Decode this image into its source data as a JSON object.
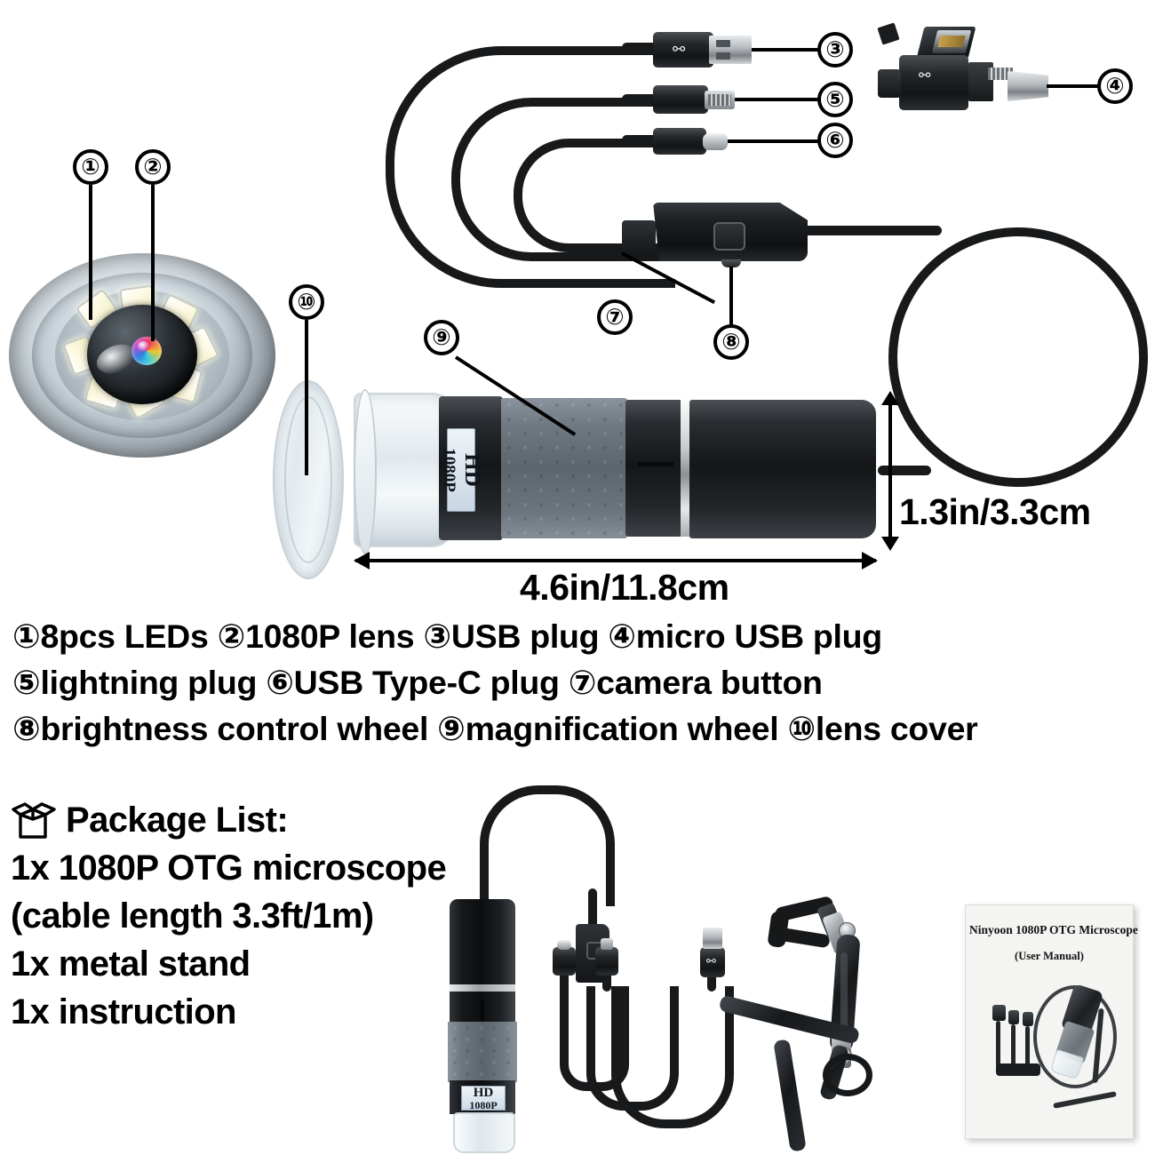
{
  "callouts": [
    {
      "id": "1",
      "num": "①"
    },
    {
      "id": "2",
      "num": "②"
    },
    {
      "id": "3",
      "num": "③"
    },
    {
      "id": "4",
      "num": "④"
    },
    {
      "id": "5",
      "num": "⑤"
    },
    {
      "id": "6",
      "num": "⑥"
    },
    {
      "id": "7",
      "num": "⑦"
    },
    {
      "id": "8",
      "num": "⑧"
    },
    {
      "id": "9",
      "num": "⑨"
    },
    {
      "id": "10",
      "num": "⑩"
    }
  ],
  "dimensions": {
    "length": "4.6in/11.8cm",
    "diameter": "1.3in/3.3cm"
  },
  "product_badge": {
    "hd": "HD",
    "res": "1080P"
  },
  "legend": {
    "line1": "①8pcs LEDs ②1080P lens ③USB plug ④micro USB plug",
    "line2": "⑤lightning plug ⑥USB Type-C plug ⑦camera button",
    "line3": "⑧brightness control wheel ⑨magnification wheel ⑩lens cover",
    "items": [
      {
        "num": "①",
        "label": "8pcs LEDs"
      },
      {
        "num": "②",
        "label": "1080P lens"
      },
      {
        "num": "③",
        "label": "USB plug"
      },
      {
        "num": "④",
        "label": "micro USB plug"
      },
      {
        "num": "⑤",
        "label": "lightning plug"
      },
      {
        "num": "⑥",
        "label": "USB Type-C plug"
      },
      {
        "num": "⑦",
        "label": "camera button"
      },
      {
        "num": "⑧",
        "label": "brightness control wheel"
      },
      {
        "num": "⑨",
        "label": "magnification wheel"
      },
      {
        "num": "⑩",
        "label": "lens cover"
      }
    ]
  },
  "package": {
    "heading": "Package List:",
    "line1": "1x 1080P OTG microscope",
    "line2": "(cable length 3.3ft/1m)",
    "line3": "1x metal stand",
    "line4": "1x instruction"
  },
  "manual": {
    "title": "Ninyoon 1080P OTG Microscope",
    "subtitle": "(User Manual)"
  },
  "colors": {
    "ink": "#000000",
    "body_black": "#141618",
    "wheel_grey": "#6e7880",
    "chrome": "#c8ccd0",
    "badge_blue": "#ccd9e6",
    "background": "#ffffff"
  },
  "icons": {
    "usb": "⛓",
    "box": "package-box"
  }
}
